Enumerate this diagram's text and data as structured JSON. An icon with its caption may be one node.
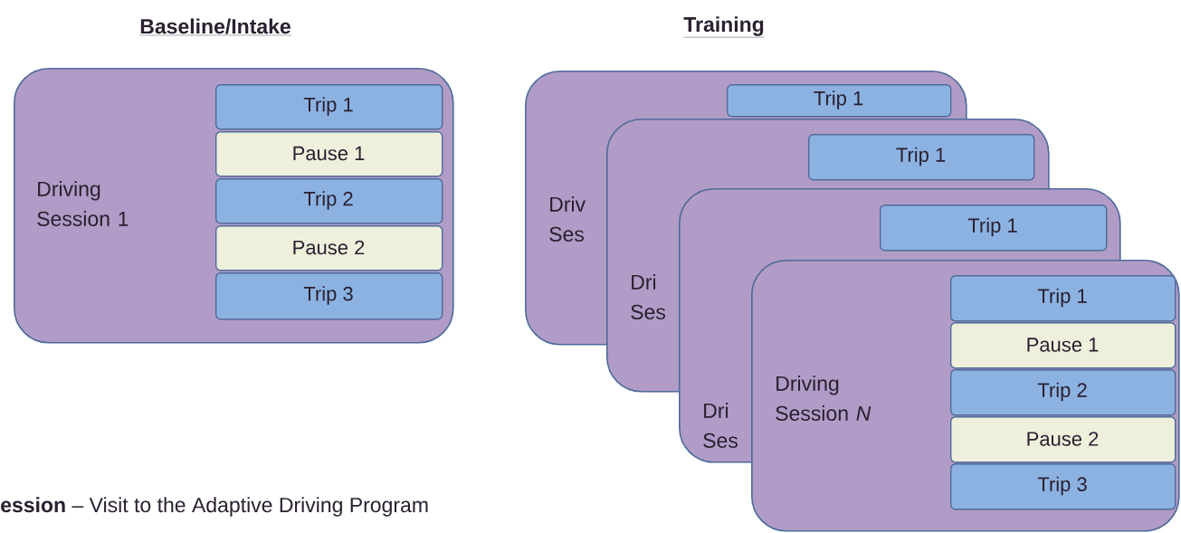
{
  "diagram": {
    "nodes": [
      {
        "text": [
          "Driving Session 1"
        ]
      },
      {
        "text": [
          "Trip 1"
        ],
        "in": 0
      },
      {
        "text": [
          "Pause 1"
        ],
        "in": 0
      },
      {
        "text": [
          "Trip 2"
        ],
        "in": 0
      },
      {
        "text": [
          "Pause 2"
        ],
        "in": 0
      },
      {
        "text": [
          "Trip 3"
        ],
        "in": 0
      },
      {
        "text": [
          "Driv Ses"
        ]
      },
      {
        "text": [
          "Trip 1"
        ],
        "in": 6
      },
      {
        "text": [
          "Dri Ses"
        ]
      },
      {
        "text": [
          "Trip 1"
        ],
        "in": 8
      },
      {
        "text": [
          "Dri Ses"
        ]
      },
      {
        "text": [
          "Trip 1"
        ],
        "in": 10
      },
      {
        "text": [
          "Driving Session *N*"
        ]
      },
      {
        "text": [
          "Trip 1"
        ],
        "in": 12
      },
      {
        "text": [
          "Pause 1"
        ],
        "in": 12
      },
      {
        "text": [
          "Trip 2"
        ],
        "in": 12
      },
      {
        "text": [
          "Pause 2"
        ],
        "in": 12
      },
      {
        "text": [
          "Trip 3"
        ],
        "in": 12
      }
    ],
    "labels": [
      "Baseline/Intake",
      "Training",
      "**ession** – Visit to the  Adaptive Driving Program"
    ]
  }
}
